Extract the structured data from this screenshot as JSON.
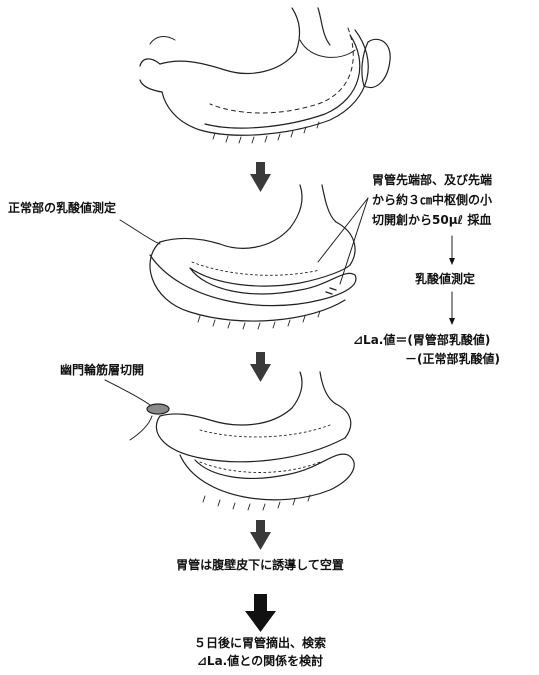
{
  "labels": {
    "normal_lactate": "正常部の乳酸値測定",
    "sampling_line1": "胃管先端部、及び先端",
    "sampling_line2": "から約３㎝中枢側の小",
    "sampling_line3": "切開創から50μℓ 採血",
    "lactate_measure": "乳酸値測定",
    "delta_line1": "⊿La.値＝(胃管部乳酸値)",
    "delta_line2": "－(正常部乳酸値)",
    "pyloromyotomy": "幽門輪筋層切開",
    "placement": "胃管は腹壁皮下に誘導して空置",
    "final_line1": "５日後に胃管摘出、検索",
    "final_line2": "⊿La.値との関係を検討"
  },
  "colors": {
    "ink": "#111111",
    "arrow": "#3a3a3a",
    "ellipse_fill": "#8a8a8a"
  }
}
